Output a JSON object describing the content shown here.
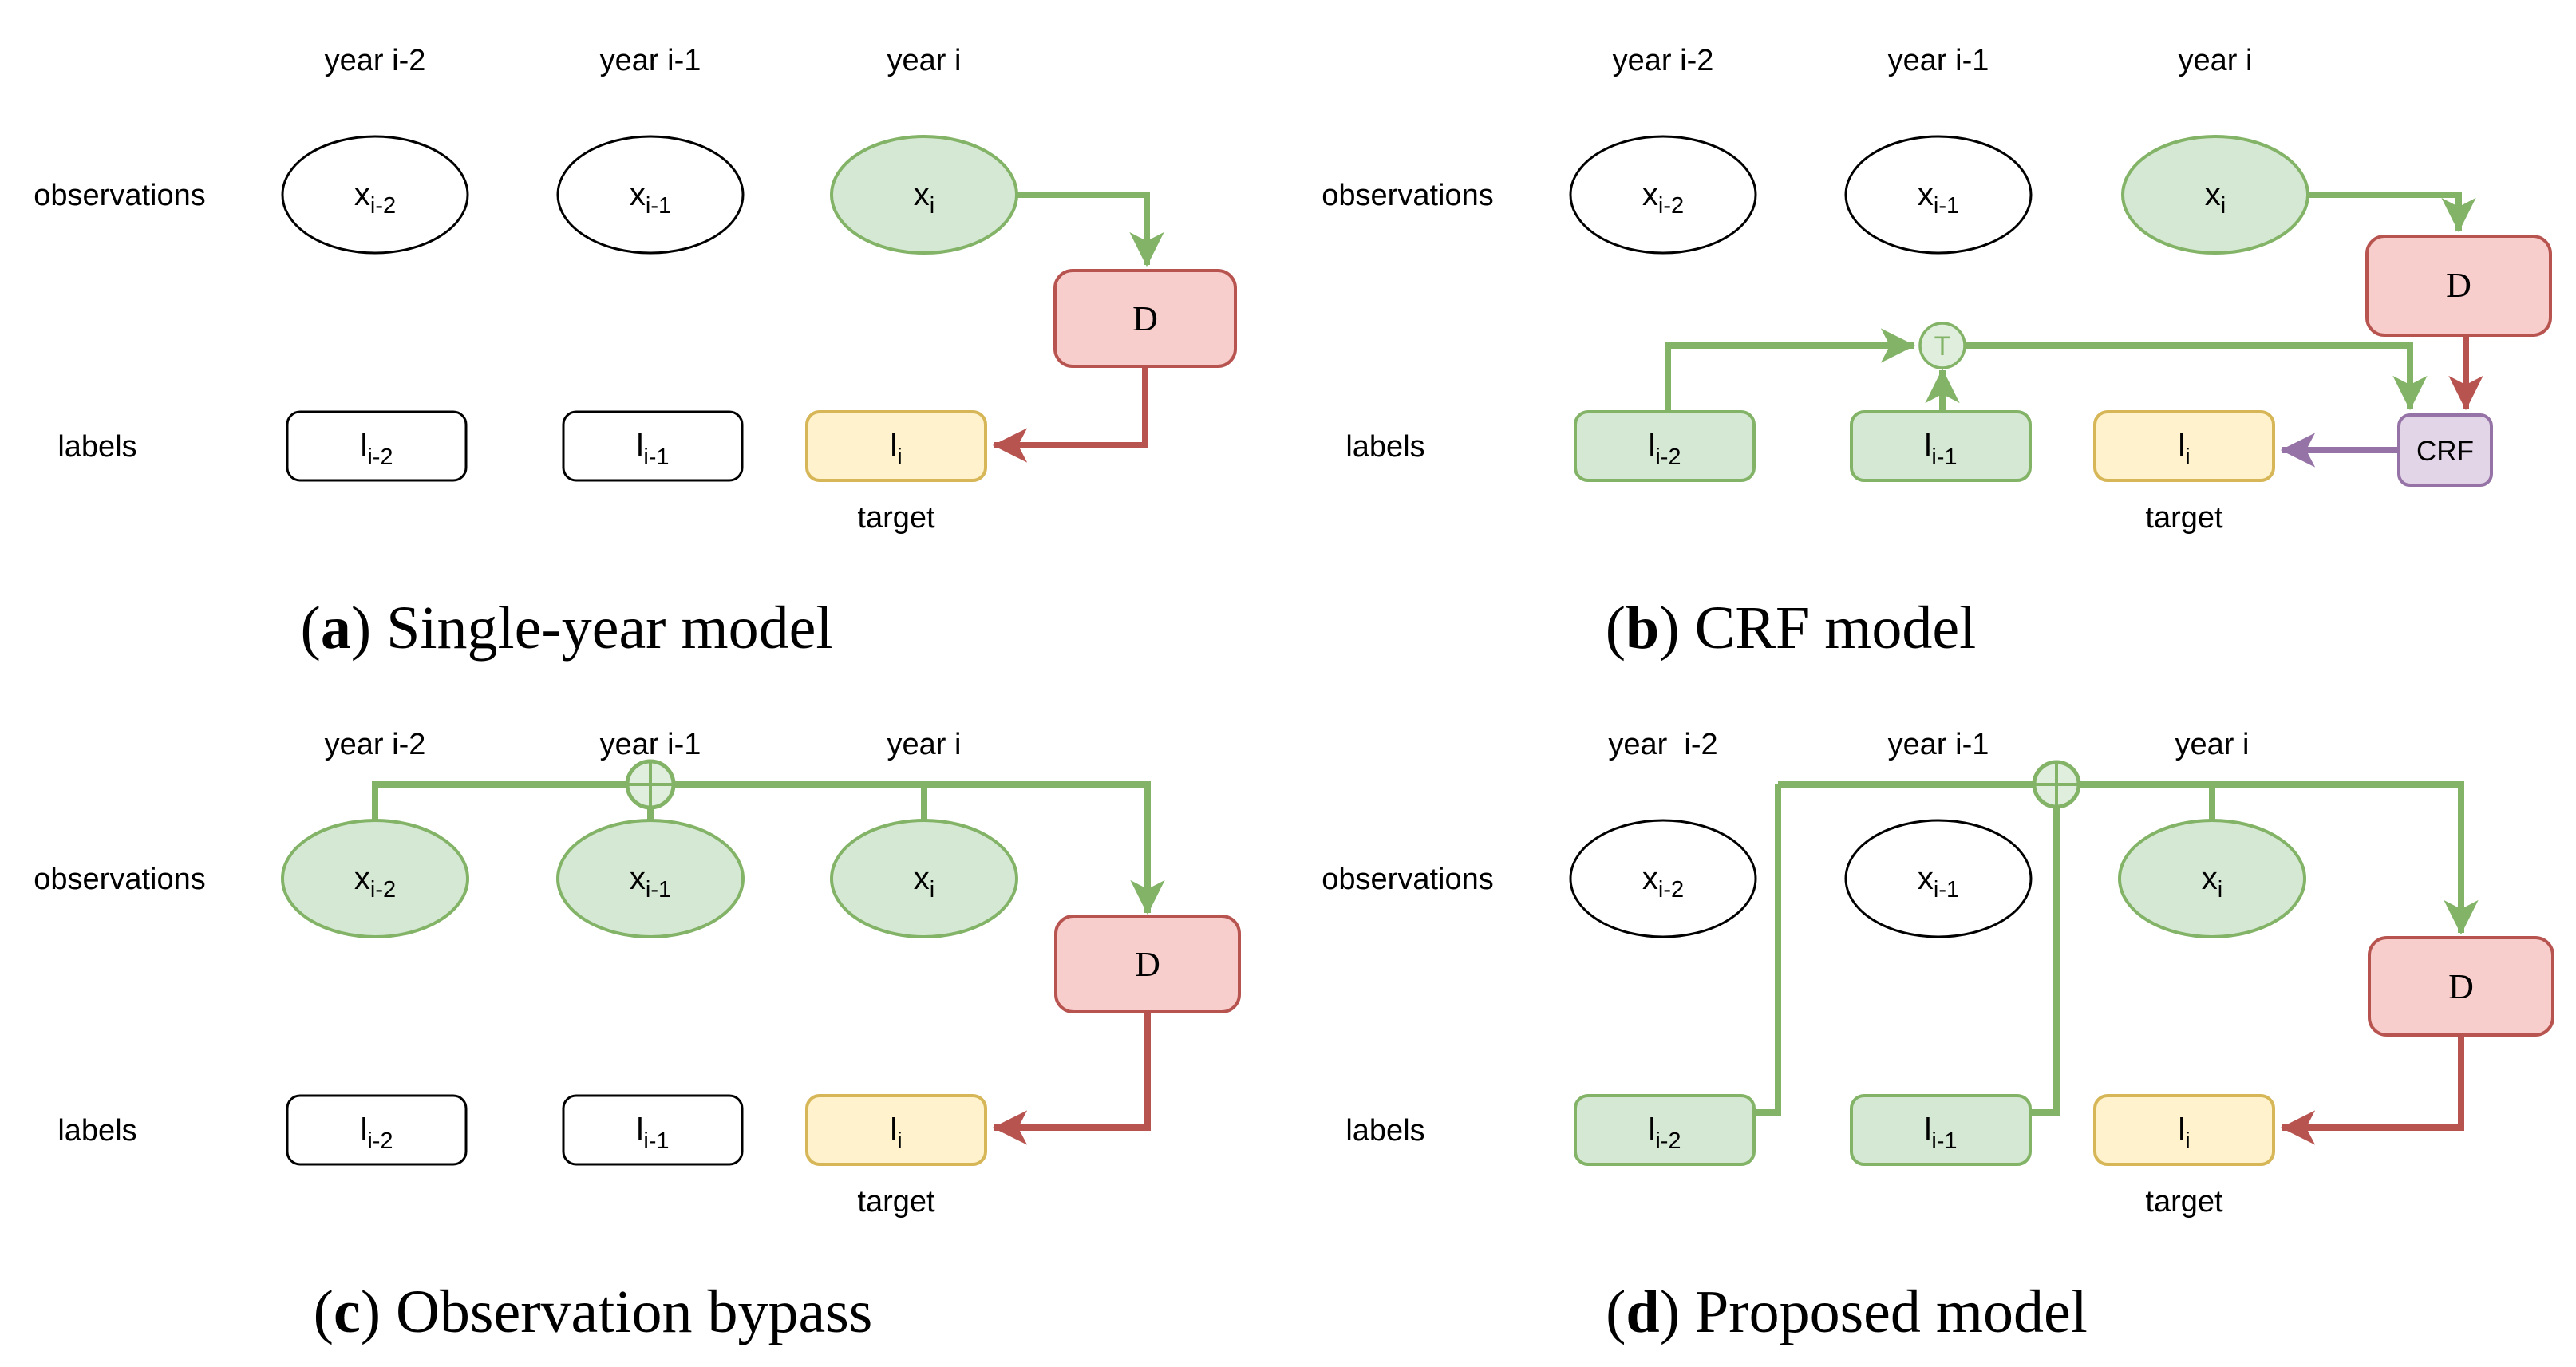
{
  "colors": {
    "green_fill": "#d5e8d4",
    "green_stroke": "#82b366",
    "concat_fill": "#dfeedd",
    "red_fill": "#f8cecc",
    "red_stroke": "#b85450",
    "yellow_fill": "#fff2cc",
    "yellow_stroke": "#d6b656",
    "purple_fill": "#e1d5e7",
    "purple_stroke": "#9673a6"
  },
  "panels": [
    {
      "id": "a",
      "caption": {
        "open": "(",
        "letter": "a",
        "close": ")",
        "title": " Single-year model"
      },
      "columns": [
        "year i-2",
        "year i-1",
        "year i"
      ],
      "rows": {
        "observations": "observations",
        "labels": "labels"
      },
      "target": "target",
      "nodes": {
        "x2": {
          "base": "x",
          "sub": "i-2"
        },
        "x1": {
          "base": "x",
          "sub": "i-1"
        },
        "x0": {
          "base": "x",
          "sub": "i"
        },
        "l2": {
          "base": "l",
          "sub": "i-2"
        },
        "l1": {
          "base": "l",
          "sub": "i-1"
        },
        "l0": {
          "base": "l",
          "sub": "i"
        },
        "d": "D"
      }
    },
    {
      "id": "b",
      "caption": {
        "open": "(",
        "letter": "b",
        "close": ")",
        "title": " CRF model"
      },
      "columns": [
        "year i-2",
        "year i-1",
        "year i"
      ],
      "rows": {
        "observations": "observations",
        "labels": "labels"
      },
      "target": "target",
      "nodes": {
        "x2": {
          "base": "x",
          "sub": "i-2"
        },
        "x1": {
          "base": "x",
          "sub": "i-1"
        },
        "x0": {
          "base": "x",
          "sub": "i"
        },
        "l2": {
          "base": "l",
          "sub": "i-2"
        },
        "l1": {
          "base": "l",
          "sub": "i-1"
        },
        "l0": {
          "base": "l",
          "sub": "i"
        },
        "d": "D",
        "t": "T",
        "crf": "CRF"
      }
    },
    {
      "id": "c",
      "caption": {
        "open": "(",
        "letter": "c",
        "close": ")",
        "title": " Observation bypass"
      },
      "columns": [
        "year i-2",
        "year i-1",
        "year i"
      ],
      "rows": {
        "observations": "observations",
        "labels": "labels"
      },
      "target": "target",
      "nodes": {
        "x2": {
          "base": "x",
          "sub": "i-2"
        },
        "x1": {
          "base": "x",
          "sub": "i-1"
        },
        "x0": {
          "base": "x",
          "sub": "i"
        },
        "l2": {
          "base": "l",
          "sub": "i-2"
        },
        "l1": {
          "base": "l",
          "sub": "i-1"
        },
        "l0": {
          "base": "l",
          "sub": "i"
        },
        "d": "D"
      }
    },
    {
      "id": "d",
      "caption": {
        "open": "(",
        "letter": "d",
        "close": ")",
        "title": " Proposed model"
      },
      "columns": [
        "year  i-2",
        "year i-1",
        "year i"
      ],
      "rows": {
        "observations": "observations",
        "labels": "labels"
      },
      "target": "target",
      "nodes": {
        "x2": {
          "base": "x",
          "sub": "i-2"
        },
        "x1": {
          "base": "x",
          "sub": "i-1"
        },
        "x0": {
          "base": "x",
          "sub": "i"
        },
        "l2": {
          "base": "l",
          "sub": "i-2"
        },
        "l1": {
          "base": "l",
          "sub": "i-1"
        },
        "l0": {
          "base": "l",
          "sub": "i"
        },
        "d": "D"
      }
    }
  ]
}
